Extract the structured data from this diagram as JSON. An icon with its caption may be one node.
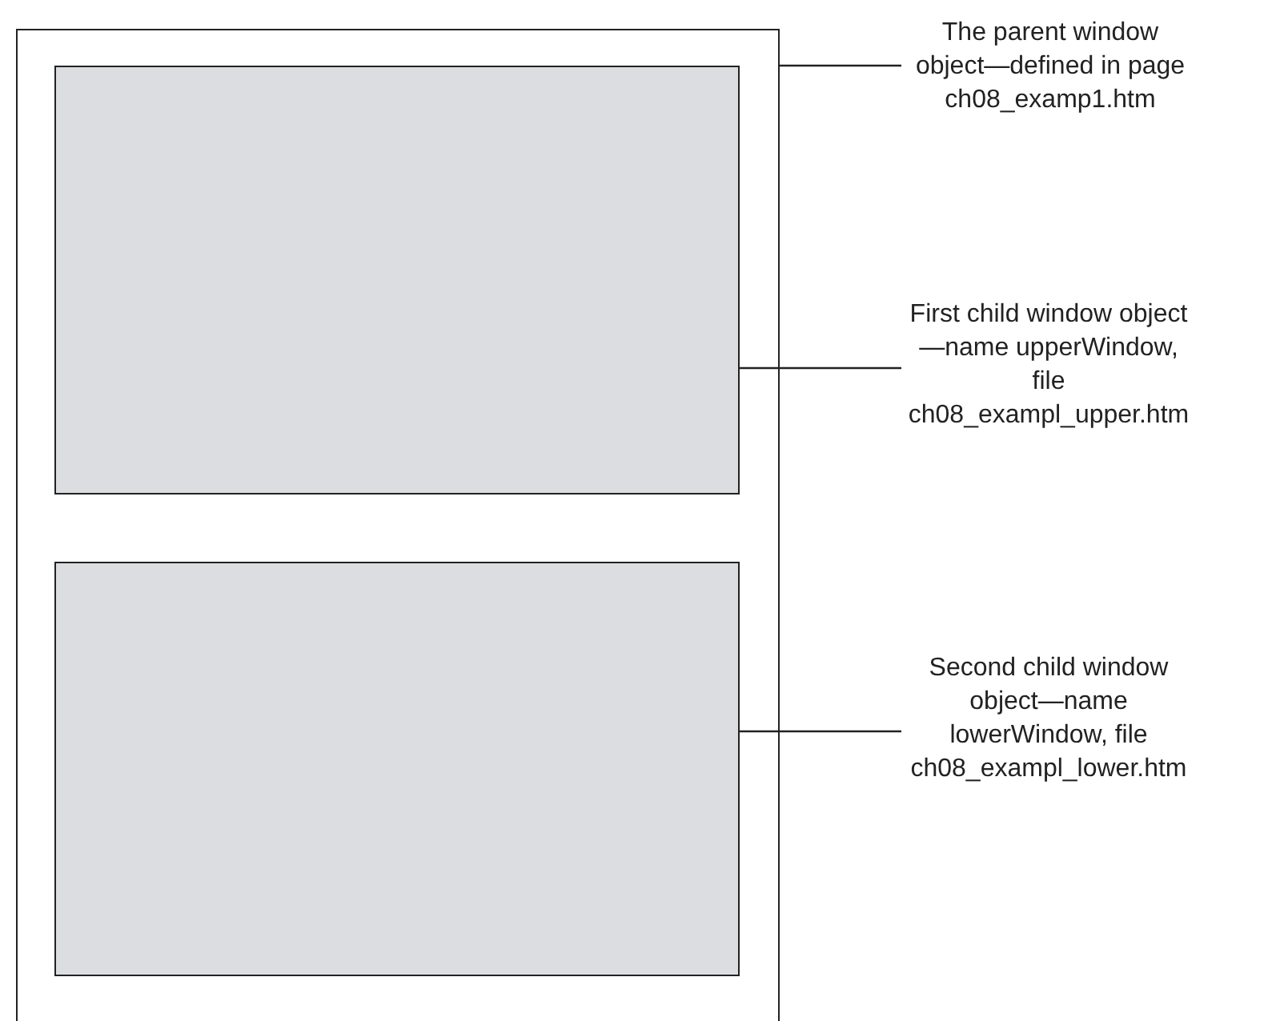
{
  "diagram": {
    "nodes": [
      {
        "text": [],
        "shape": "box"
      },
      {
        "text": [],
        "shape": "box",
        "in": 0
      },
      {
        "text": [],
        "shape": "box",
        "in": 0
      },
      {
        "text": [
          "The parent window object—defined in page ch08_examp1.htm"
        ]
      },
      {
        "text": [
          "First child window object—name upperWindow, file ch08_exampl_upper.htm"
        ]
      },
      {
        "text": [
          "Second child window object—name lowerWindow, file ch08_exampl_lower.htm"
        ]
      }
    ],
    "edges": [
      {
        "from": 3,
        "to": 0,
        "arrow": "none"
      },
      {
        "from": 4,
        "to": 1,
        "arrow": "none"
      },
      {
        "from": 5,
        "to": 2,
        "arrow": "none"
      }
    ]
  }
}
